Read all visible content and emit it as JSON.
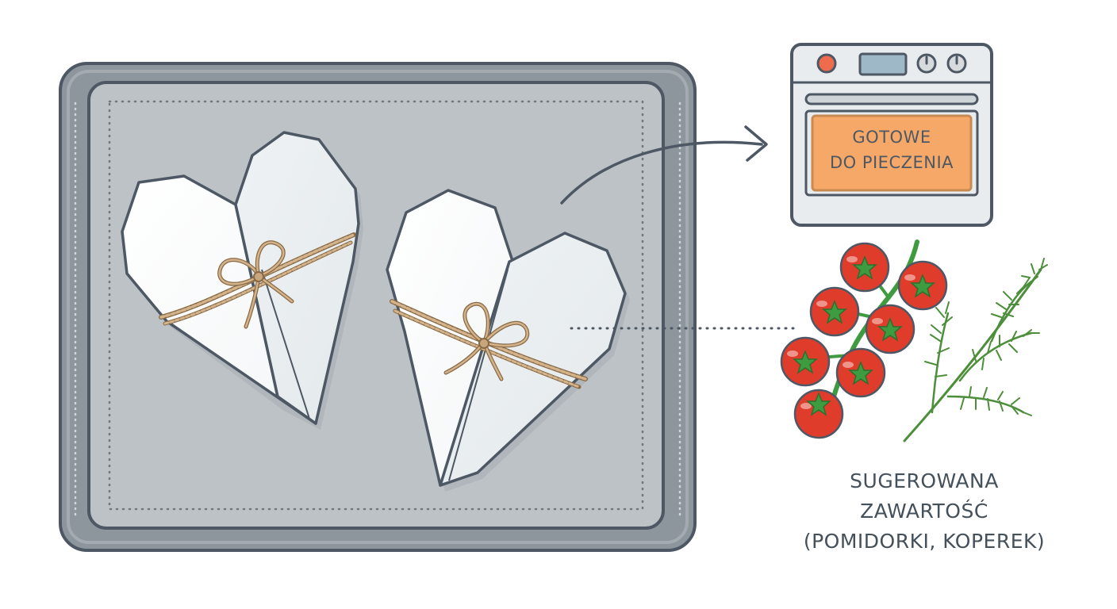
{
  "oven": {
    "display_line1": "GOTOWE",
    "display_line2": "DO PIECZENIA"
  },
  "caption": {
    "line1": "SUGEROWANA",
    "line2": "ZAWARTOŚĆ",
    "line3": "(POMIDORKI, KOPEREK)"
  },
  "colors": {
    "tray_outer": "#8d969d",
    "tray_inner": "#bcc2c6",
    "outline": "#4d5864",
    "paper": "#ffffff",
    "paper_shade": "#eef2f4",
    "twine": "#c9a77e",
    "oven_body": "#e9ecee",
    "oven_display": "#f6a868",
    "oven_display_border": "#c98a52",
    "knob_red": "#ef6b4e",
    "tomato": "#e03c2c",
    "leaf": "#3f9b3f",
    "dill": "#4c8e3a"
  },
  "icons": [
    "baking-tray",
    "paper-heart-parcel",
    "twine-bow",
    "oven-icon",
    "arrow-icon",
    "tomato-icon",
    "dill-icon"
  ]
}
